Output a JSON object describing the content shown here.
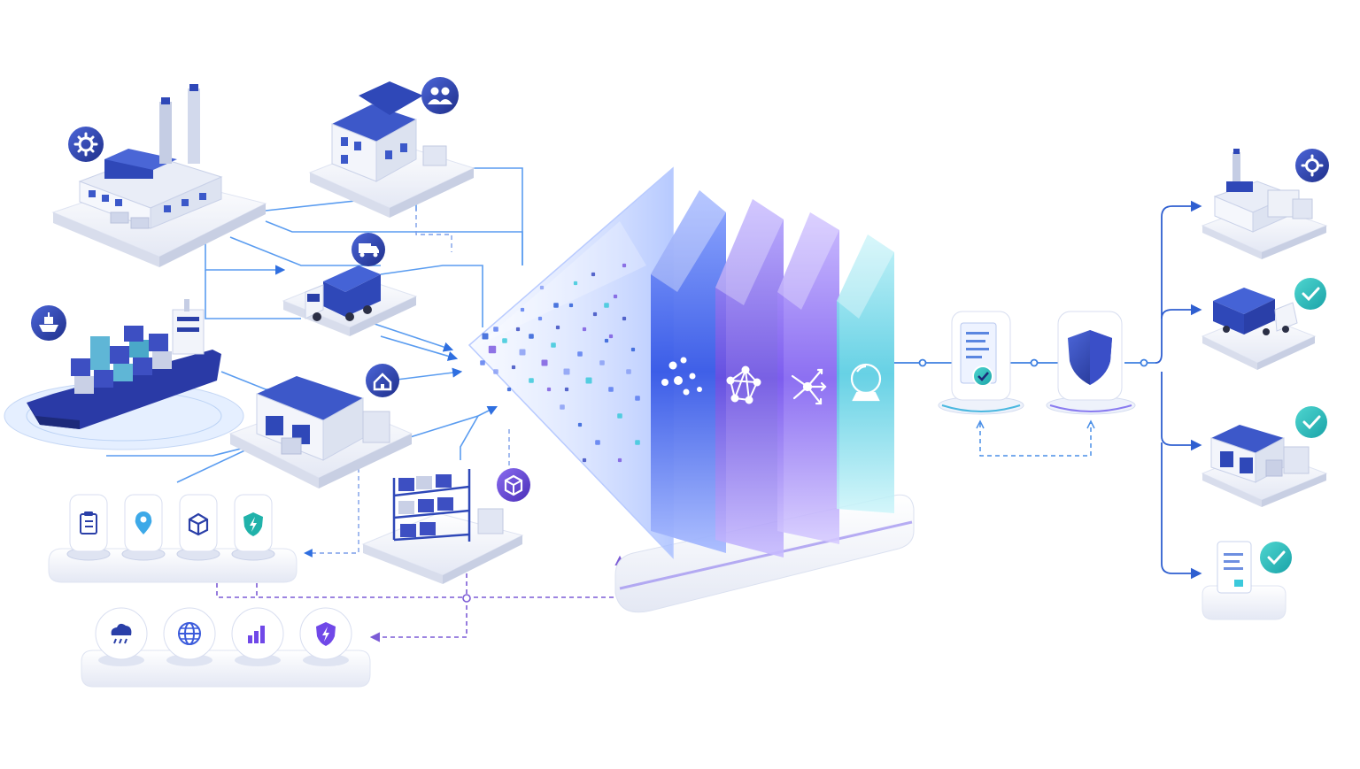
{
  "diagram": {
    "sources": [
      {
        "id": "factory",
        "icon": "gear-icon"
      },
      {
        "id": "office",
        "icon": "users-icon"
      },
      {
        "id": "truck",
        "icon": "truck-icon"
      },
      {
        "id": "ship",
        "icon": "ship-icon"
      },
      {
        "id": "warehouse",
        "icon": "home-icon"
      },
      {
        "id": "racks",
        "icon": "box-icon"
      }
    ],
    "data_tiles": [
      "clipboard-icon",
      "location-pin-icon",
      "cube-icon",
      "shield-bolt-icon"
    ],
    "external_tiles": [
      "cloud-rain-icon",
      "globe-icon",
      "bar-chart-icon",
      "shield-bolt-icon"
    ],
    "engine_layers": [
      "particles-icon",
      "network-icon",
      "branch-arrows-icon",
      "crystal-ball-icon"
    ],
    "validation_steps": [
      "document-check-icon",
      "shield-icon"
    ],
    "outputs": [
      {
        "id": "factory-out",
        "icon": "gear-icon"
      },
      {
        "id": "truck-out",
        "icon": "check-icon"
      },
      {
        "id": "warehouse-out",
        "icon": "check-icon"
      },
      {
        "id": "document-out",
        "icon": "check-icon"
      }
    ],
    "colors": {
      "navy": "#2a3fa8",
      "blue": "#3b5bdb",
      "violet": "#7048e8",
      "cyan": "#3bc9db",
      "teal": "#20b2aa",
      "line": "#4a8fe7",
      "dashed": "#7c5cd6"
    }
  }
}
